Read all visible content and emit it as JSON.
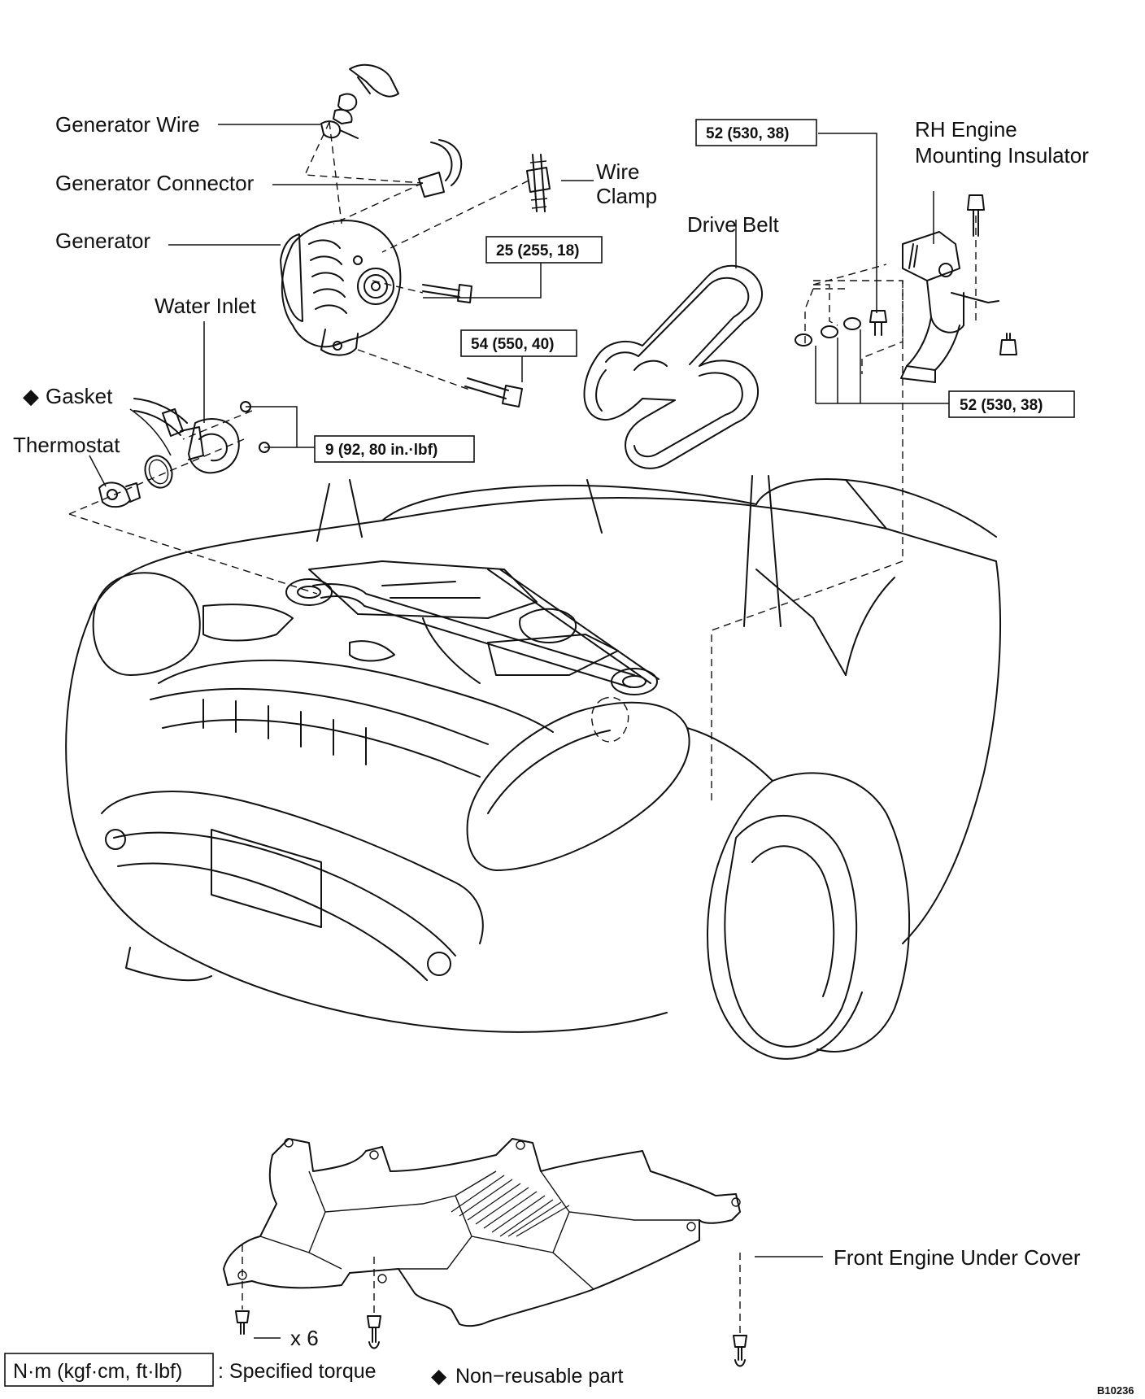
{
  "labels": {
    "generator_wire": "Generator Wire",
    "generator_connector": "Generator Connector",
    "generator": "Generator",
    "water_inlet": "Water Inlet",
    "gasket": "Gasket",
    "thermostat": "Thermostat",
    "wire_clamp_line1": "Wire",
    "wire_clamp_line2": "Clamp",
    "drive_belt": "Drive Belt",
    "rh_mount_line1": "RH Engine",
    "rh_mount_line2": "Mounting Insulator",
    "under_cover": "Front Engine Under Cover",
    "bolt_count": "x 6"
  },
  "torque": {
    "generator_bolt_upper": "25 (255, 18)",
    "generator_bolt_lower": "54 (550, 40)",
    "water_inlet_nuts": "9 (92, 80 in.·lbf)",
    "mount_top": "52 (530, 38)",
    "mount_lower": "52 (530, 38)"
  },
  "legend": {
    "unit_box": "N·m (kgf·cm, ft·lbf)",
    "unit_text": ": Specified torque",
    "nonreusable_symbol": "◆",
    "nonreusable_text": "Non−reusable part"
  },
  "figure_code": "B10236"
}
